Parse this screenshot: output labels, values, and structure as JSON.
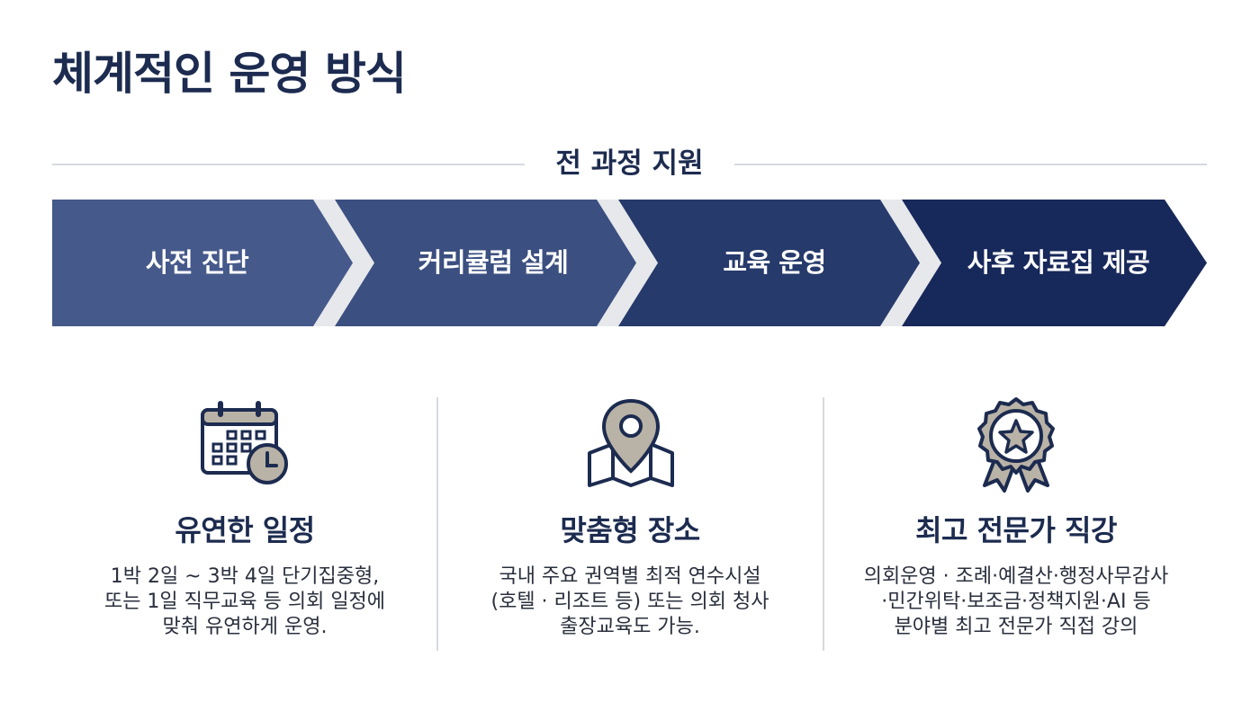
{
  "page": {
    "title": "체계적인 운영 방식"
  },
  "support": {
    "label": "전 과정 지원"
  },
  "process": {
    "steps": [
      {
        "label": "사전 진단",
        "color": "#45598a"
      },
      {
        "label": "커리큘럼 설계",
        "color": "#3b4f80"
      },
      {
        "label": "교육 운영",
        "color": "#263a6b"
      },
      {
        "label": "사후 자료집 제공",
        "color": "#17285a"
      }
    ]
  },
  "features": [
    {
      "icon": "calendar-clock-icon",
      "title": "유연한 일정",
      "lines": [
        "1박 2일 ~ 3박 4일 단기집중형,",
        "또는 1일 직무교육 등 의회 일정에",
        "맞춰 유연하게 운영."
      ]
    },
    {
      "icon": "map-pin-icon",
      "title": "맞춤형 장소",
      "lines": [
        "국내 주요 권역별 최적 연수시설",
        "(호텔 · 리조트 등) 또는 의회 청사",
        "출장교육도 가능."
      ]
    },
    {
      "icon": "award-badge-icon",
      "title": "최고 전문가 직강",
      "lines": [
        "의회운영 · 조례·예결산·행정사무감사",
        "·민간위탁·보조금·정책지원·AI 등",
        "분야별 최고 전문가 직접 강의"
      ]
    }
  ],
  "colors": {
    "title": "#1c2b4f",
    "icon_fill": "#b9b2a6",
    "icon_stroke": "#1c2b4f",
    "divider": "#d6d9df"
  }
}
